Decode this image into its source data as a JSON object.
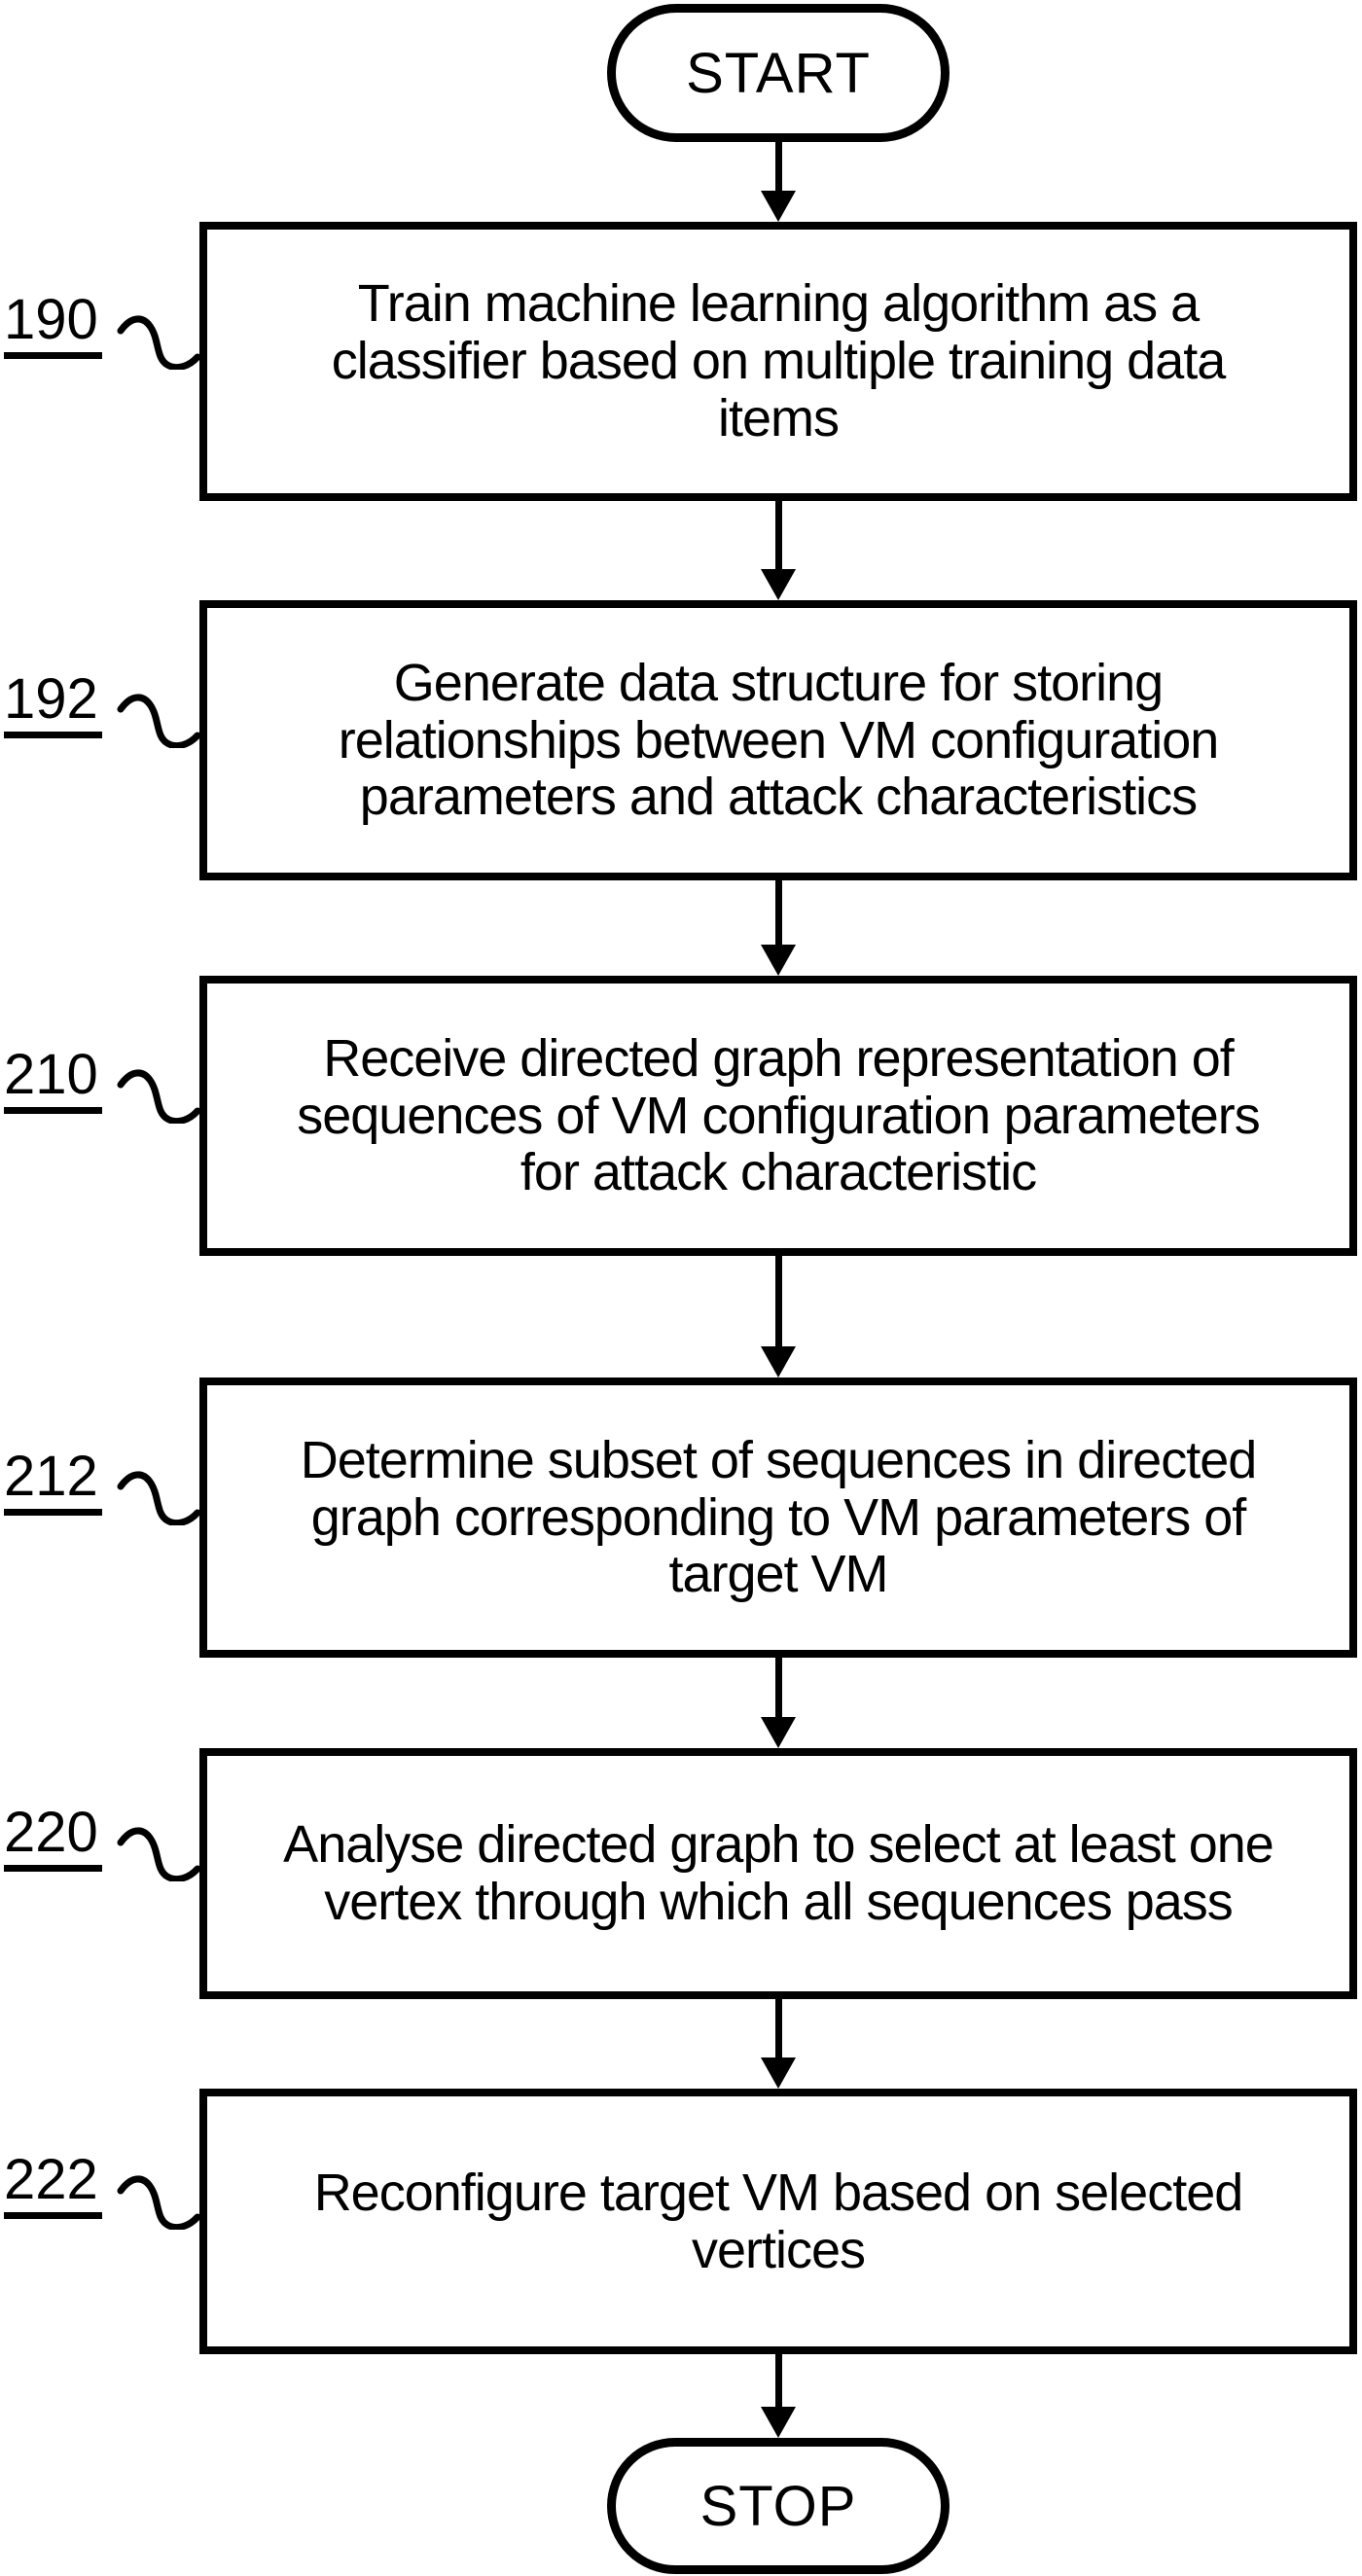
{
  "figure": {
    "type": "flowchart",
    "ink_color": "#000000",
    "background_color": "#ffffff",
    "start_label": "START",
    "stop_label": "STOP",
    "steps": [
      {
        "ref": "190",
        "lines": [
          "Train machine learning algorithm as a",
          "classifier based on multiple training data",
          "items"
        ]
      },
      {
        "ref": "192",
        "lines": [
          "Generate data structure for storing",
          "relationships between VM configuration",
          "parameters and attack characteristics"
        ]
      },
      {
        "ref": "210",
        "lines": [
          "Receive directed graph representation of",
          "sequences of VM configuration parameters",
          "for attack characteristic"
        ]
      },
      {
        "ref": "212",
        "lines": [
          "Determine subset of sequences in directed",
          "graph corresponding to VM parameters of",
          "target VM"
        ]
      },
      {
        "ref": "220",
        "lines": [
          "Analyse directed graph to select at least one",
          "vertex through which all sequences pass"
        ]
      },
      {
        "ref": "222",
        "lines": [
          "Reconfigure target VM based on selected",
          "vertices"
        ]
      }
    ]
  }
}
